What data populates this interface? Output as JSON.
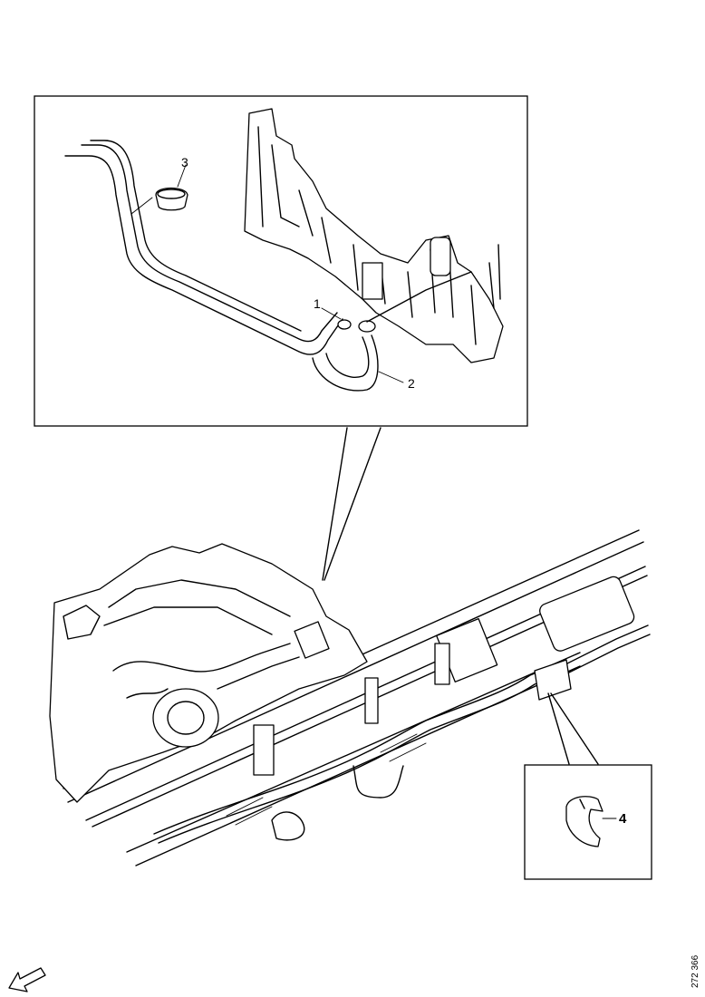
{
  "callouts": {
    "part_1": "1",
    "part_2": "2",
    "part_3": "3",
    "part_4": "4"
  },
  "reference_code": "272 366",
  "icons": {
    "orientation_arrow": "arrow-down-left-icon"
  }
}
